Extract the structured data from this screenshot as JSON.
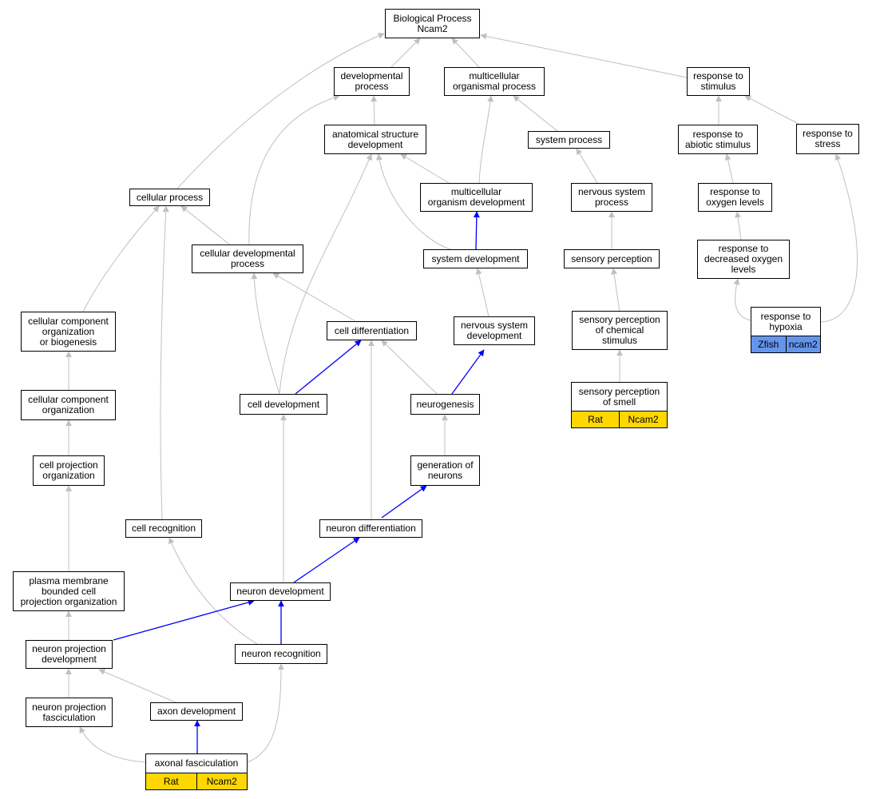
{
  "colors": {
    "edge_default": "#c0c0c0",
    "edge_highlight": "#0000ff",
    "rat": "#ffd700",
    "zfish": "#6495ed"
  },
  "nodes": {
    "bp": "Biological Process\nNcam2",
    "dev_process": "developmental\nprocess",
    "multi_org_process": "multicellular\norganismal process",
    "response_stimulus": "response to\nstimulus",
    "anat_struct_dev": "anatomical structure\ndevelopment",
    "system_process": "system process",
    "response_abiotic": "response to\nabiotic stimulus",
    "response_stress": "response to\nstress",
    "cellular_process": "cellular process",
    "multi_org_dev": "multicellular\norganism development",
    "nervous_system_process": "nervous system\nprocess",
    "response_oxygen": "response to\noxygen levels",
    "cellular_dev_process": "cellular developmental\nprocess",
    "system_dev": "system development",
    "sensory_perception": "sensory perception",
    "response_decreased_oxygen": "response to\ndecreased oxygen\nlevels",
    "ccob": "cellular component\norganization\nor biogenesis",
    "cell_diff": "cell differentiation",
    "nervous_system_dev": "nervous system\ndevelopment",
    "sensory_chem": "sensory perception\nof chemical\nstimulus",
    "response_hypoxia": "response to\nhypoxia",
    "cco": "cellular component\norganization",
    "cell_dev": "cell development",
    "neurogenesis": "neurogenesis",
    "sensory_smell": "sensory perception\nof smell",
    "cpo": "cell projection\norganization",
    "gen_neurons": "generation of\nneurons",
    "cell_recognition": "cell recognition",
    "neuron_diff": "neuron differentiation",
    "pmbcpo": "plasma membrane\nbounded cell\nprojection organization",
    "neuron_dev": "neuron development",
    "npd": "neuron projection\ndevelopment",
    "neuron_recognition": "neuron recognition",
    "npf": "neuron projection\nfasciculation",
    "axon_dev": "axon development",
    "axonal_fasc": "axonal fasciculation"
  },
  "annotations": {
    "sensory_smell": [
      "Rat",
      "Ncam2"
    ],
    "axonal_fasc": [
      "Rat",
      "Ncam2"
    ],
    "response_hypoxia": [
      "Zfish",
      "ncam2"
    ]
  }
}
